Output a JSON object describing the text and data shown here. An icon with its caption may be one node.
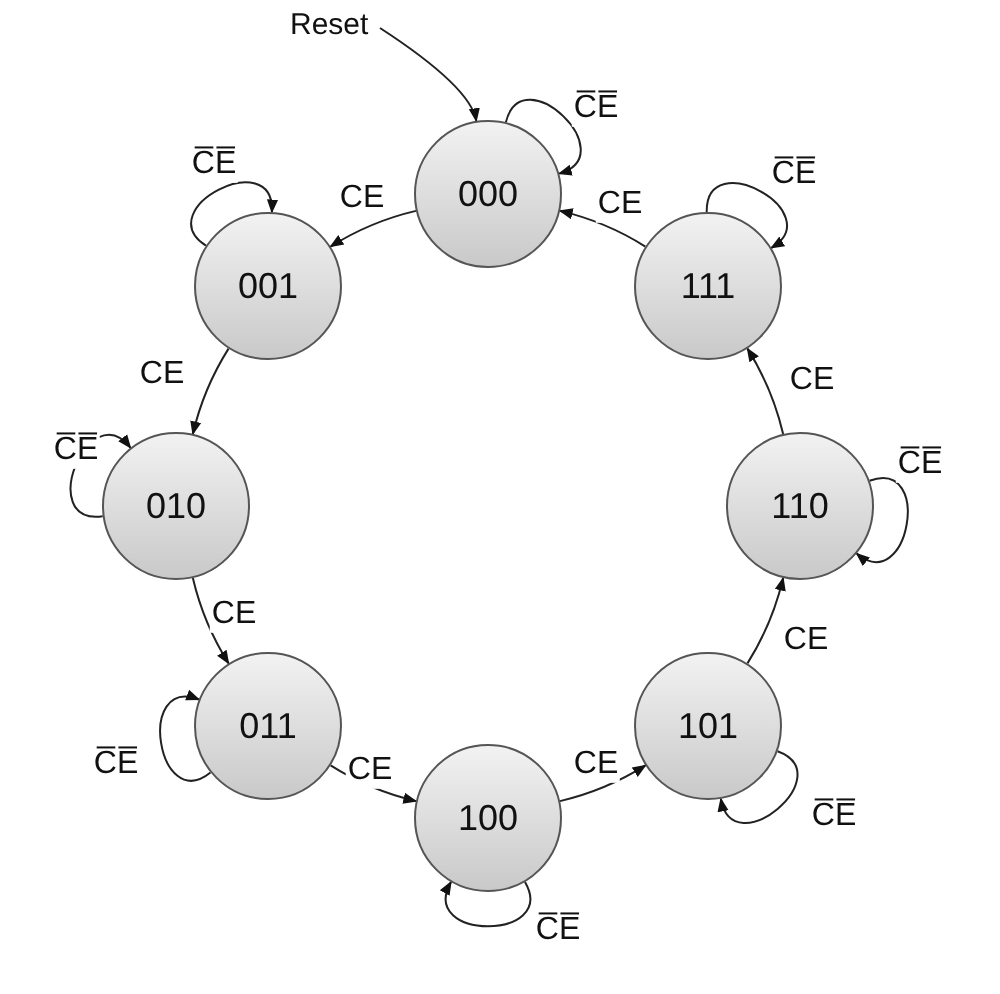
{
  "diagram": {
    "nodes": [
      {
        "text": [
          "Reset"
        ]
      },
      {
        "text": [
          "000"
        ]
      },
      {
        "text": [
          "001"
        ]
      },
      {
        "text": [
          "010"
        ]
      },
      {
        "text": [
          "011"
        ]
      },
      {
        "text": [
          "100"
        ]
      },
      {
        "text": [
          "101"
        ]
      },
      {
        "text": [
          "110"
        ]
      },
      {
        "text": [
          "111"
        ]
      }
    ],
    "edges": [
      {
        "from": 0,
        "to": 1,
        "arrow": "to"
      },
      {
        "from": 1,
        "to": 2,
        "arrow": "to",
        "label": "CE"
      },
      {
        "from": 2,
        "to": 3,
        "arrow": "to",
        "label": "CE"
      },
      {
        "from": 3,
        "to": 4,
        "arrow": "to",
        "label": "CE"
      },
      {
        "from": 4,
        "to": 5,
        "arrow": "to",
        "label": "CE"
      },
      {
        "from": 5,
        "to": 6,
        "arrow": "to",
        "label": "CE"
      },
      {
        "from": 6,
        "to": 7,
        "arrow": "to",
        "label": "CE"
      },
      {
        "from": 7,
        "to": 8,
        "arrow": "to",
        "label": "CE"
      },
      {
        "from": 8,
        "to": 1,
        "arrow": "to",
        "label": "CE"
      },
      {
        "from": 1,
        "to": 1,
        "arrow": "to",
        "label": "C̅E̅"
      },
      {
        "from": 2,
        "to": 2,
        "arrow": "to",
        "label": "C̅E̅"
      },
      {
        "from": 3,
        "to": 3,
        "arrow": "to",
        "label": "C̅E̅"
      },
      {
        "from": 4,
        "to": 4,
        "arrow": "to",
        "label": "C̅E̅"
      },
      {
        "from": 5,
        "to": 5,
        "arrow": "to",
        "label": "C̅E̅"
      },
      {
        "from": 6,
        "to": 6,
        "arrow": "to",
        "label": "C̅E̅"
      },
      {
        "from": 7,
        "to": 7,
        "arrow": "to",
        "label": "C̅E̅"
      },
      {
        "from": 8,
        "to": 8,
        "arrow": "to",
        "label": "C̅E̅"
      }
    ]
  }
}
